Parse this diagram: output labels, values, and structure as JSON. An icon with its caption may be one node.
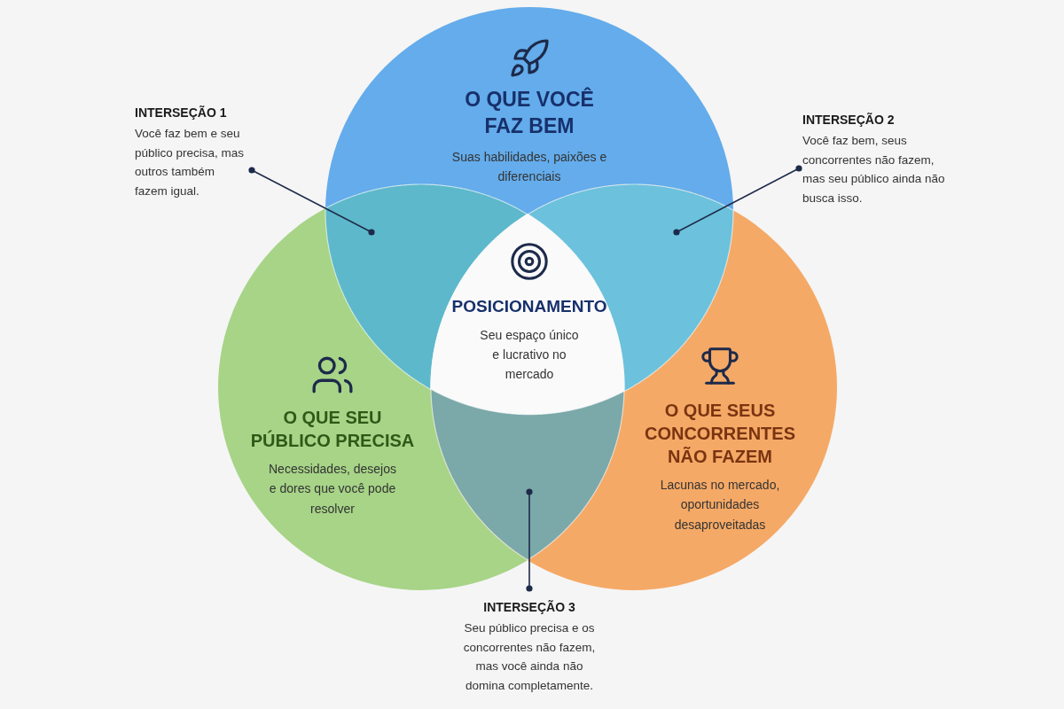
{
  "diagram": {
    "nodes": [
      {
        "text": [
          "O QUE VOCÊ FAZ BEM",
          "Suas habilidades, paixões e diferenciais"
        ]
      },
      {
        "text": [
          "O QUE SEU PÚBLICO PRECISA",
          "Necessidades, desejos e dores que você pode resolver"
        ]
      },
      {
        "text": [
          "O QUE SEUS CONCORRENTES NÃO FAZEM",
          "Lacunas no mercado, oportunidades desaproveitadas"
        ]
      },
      {
        "text": [
          "POSICIONAMENTO",
          "Seu espaço único e lucrativo no mercado"
        ]
      },
      {
        "text": [
          "INTERSEÇÃO 1",
          "Você faz bem e seu público precisa, mas outros também fazem igual."
        ]
      },
      {
        "text": [
          "INTERSEÇÃO 2",
          "Você faz bem, seus concorrentes não fazem, mas seu público ainda não busca isso."
        ]
      },
      {
        "text": [
          "INTERSEÇÃO 3",
          "Seu público precisa e os concorrentes não fazem, mas você ainda não domina completamente."
        ]
      },
      {
        "text": [],
        "shape": "lens"
      },
      {
        "text": [],
        "shape": "lens"
      },
      {
        "text": [],
        "shape": "lens"
      }
    ],
    "edges": [
      {
        "from": 4,
        "to": 7,
        "arrow": "other"
      },
      {
        "from": 5,
        "to": 8,
        "arrow": "other"
      },
      {
        "from": 6,
        "to": 9,
        "arrow": "other"
      }
    ]
  }
}
